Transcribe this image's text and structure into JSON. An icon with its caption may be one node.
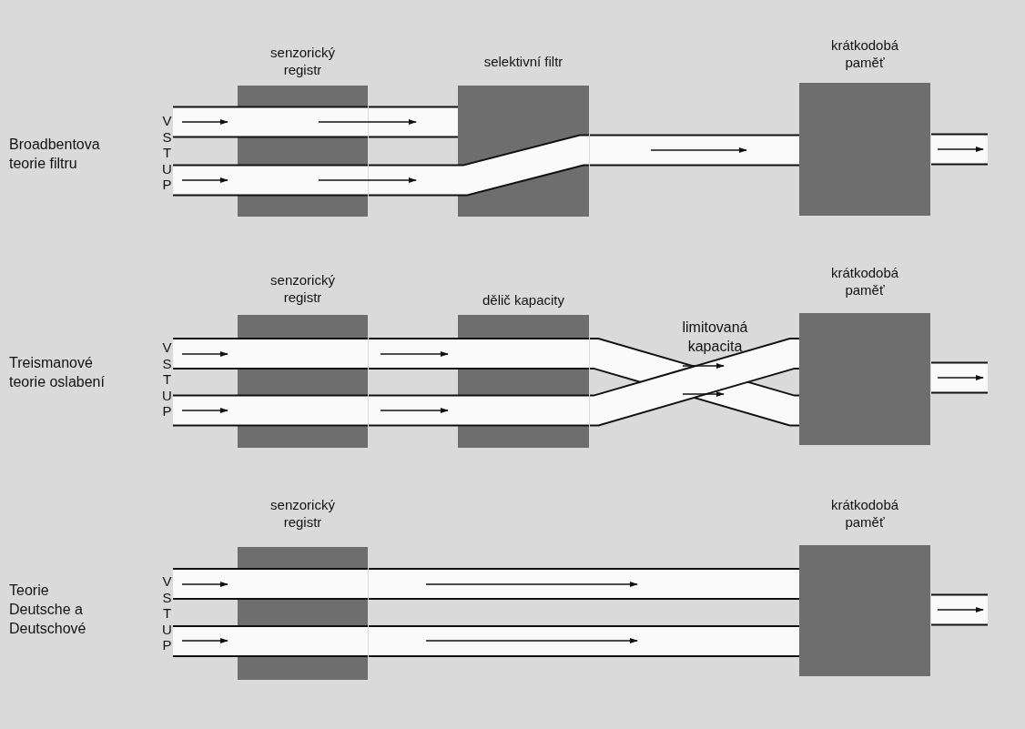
{
  "diagram": {
    "nodes": [
      {
        "text": [
          "VSTUP"
        ]
      },
      {
        "text": [
          "senzorický registr"
        ]
      },
      {
        "text": [
          "selektivní filtr"
        ]
      },
      {
        "text": [
          "krátkodobá paměť"
        ]
      },
      {
        "text": [
          "VSTUP"
        ]
      },
      {
        "text": [
          "senzorický registr"
        ]
      },
      {
        "text": [
          "dělič kapacity"
        ]
      },
      {
        "text": [
          "krátkodobá paměť"
        ]
      },
      {
        "text": [
          "VSTUP"
        ]
      },
      {
        "text": [
          "senzorický registr"
        ]
      },
      {
        "text": [
          "krátkodobá paměť"
        ]
      }
    ],
    "edges": [
      {
        "from": 0,
        "to": 1,
        "arrow": "none"
      },
      {
        "from": 0,
        "to": 1,
        "arrow": "none"
      },
      {
        "from": 1,
        "to": 2,
        "arrow": "none"
      },
      {
        "from": 1,
        "to": 2,
        "arrow": "none"
      },
      {
        "from": 2,
        "to": 3,
        "arrow": "none"
      },
      {
        "from": 3,
        "to": null,
        "arrow": "none"
      },
      {
        "from": 4,
        "to": 5,
        "arrow": "none"
      },
      {
        "from": 4,
        "to": 5,
        "arrow": "none"
      },
      {
        "from": 5,
        "to": 6,
        "arrow": "none"
      },
      {
        "from": 5,
        "to": 6,
        "arrow": "none"
      },
      {
        "from": 6,
        "to": 7,
        "arrow": "none"
      },
      {
        "from": 6,
        "to": 7,
        "arrow": "none"
      },
      {
        "from": 7,
        "to": null,
        "arrow": "none"
      },
      {
        "from": 8,
        "to": 9,
        "arrow": "none"
      },
      {
        "from": 8,
        "to": 9,
        "arrow": "none"
      },
      {
        "from": 9,
        "to": 10,
        "arrow": "none"
      },
      {
        "from": 9,
        "to": 10,
        "arrow": "none"
      },
      {
        "from": 10,
        "to": null,
        "arrow": "none"
      }
    ],
    "labels": [
      "Broadbentova teorie filtru",
      "Treismanové teorie oslabení",
      "limitovaná kapacita",
      "Teorie Deutsche a Deutschové"
    ]
  }
}
